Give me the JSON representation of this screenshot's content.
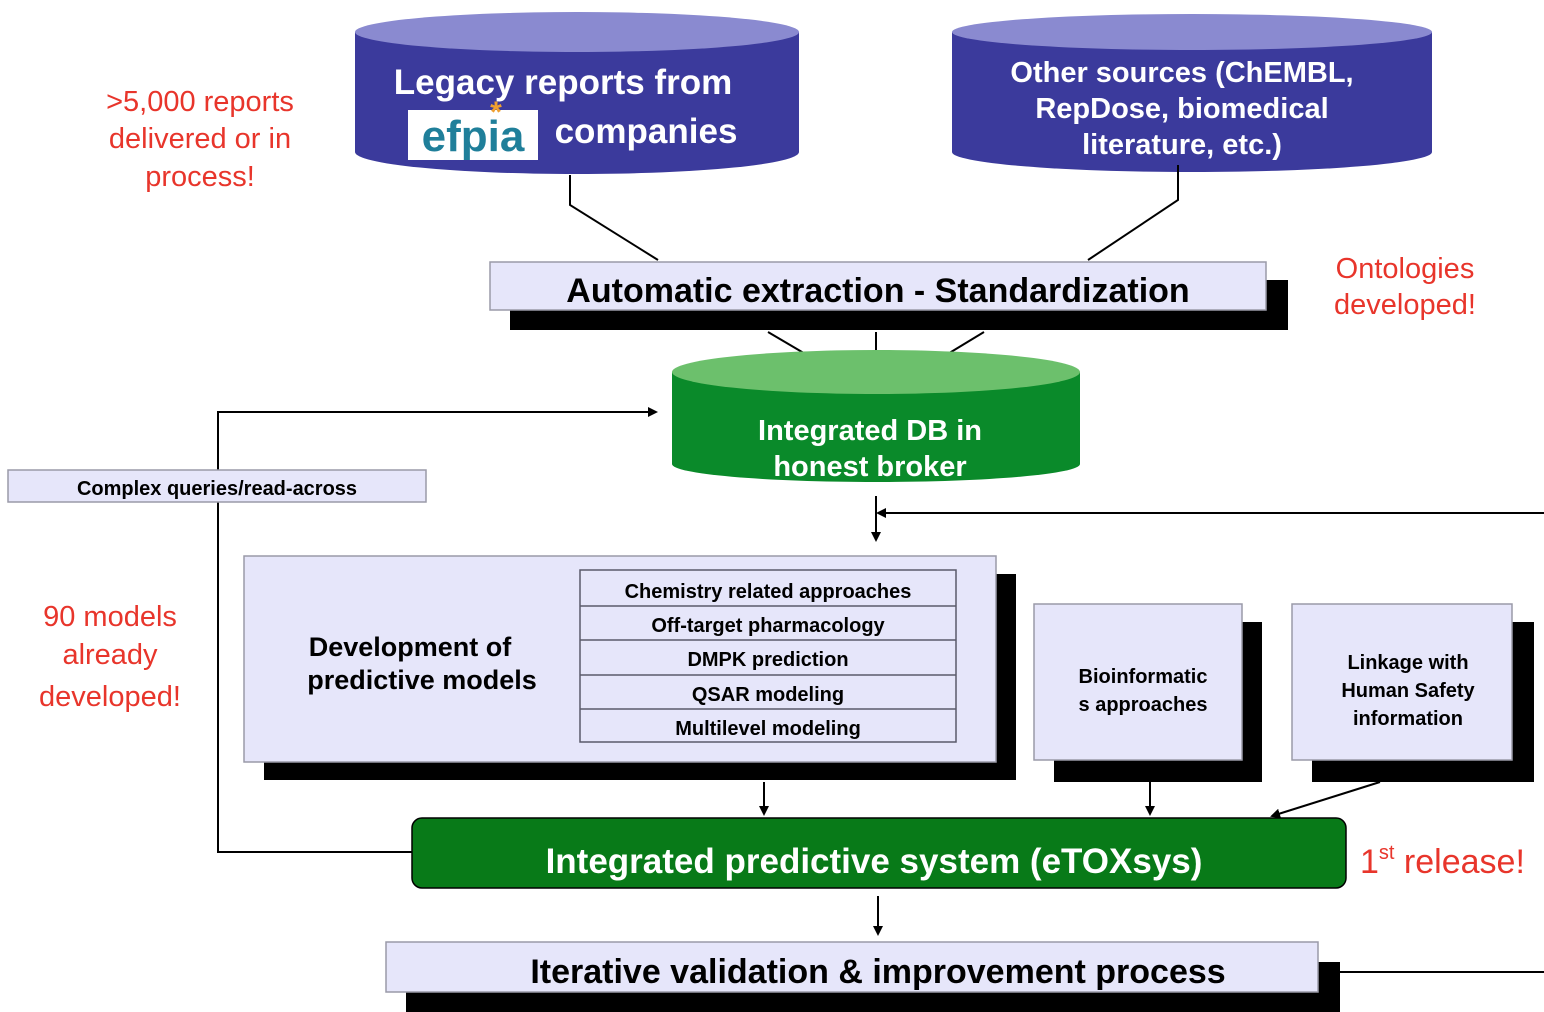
{
  "colors": {
    "db_blue": "#3b3a9c",
    "db_blue_top": "#8a8ad0",
    "db_green": "#0a8a2a",
    "db_green_top": "#6cc06c",
    "system_green": "#087a18",
    "box_fill": "#e6e6fa",
    "annotation_red": "#e8352b"
  },
  "sources": {
    "legacy": {
      "line1": "Legacy reports from",
      "logo": "efpia",
      "line2": "companies"
    },
    "other": {
      "line1": "Other sources (ChEMBL,",
      "line2": "RepDose, biomedical",
      "line3": "literature, etc.)"
    }
  },
  "annotations": {
    "reports": [
      ">5,000 reports",
      "delivered or in",
      "process!"
    ],
    "ontologies": [
      "Ontologies",
      "developed!"
    ],
    "models": [
      "90 models",
      "already",
      "developed!"
    ],
    "release_sup": "st",
    "release_num": "1",
    "release_text": " release!"
  },
  "extraction": {
    "label": "Automatic extraction - Standardization"
  },
  "integrated_db": {
    "line1": "Integrated DB in",
    "line2": "honest broker"
  },
  "complex_queries": {
    "label": "Complex queries/read-across"
  },
  "predictive_models": {
    "title_line1": "Development of",
    "title_line2": "predictive models",
    "approaches": [
      "Chemistry related  approaches",
      "Off-target pharmacology",
      "DMPK prediction",
      "QSAR modeling",
      "Multilevel modeling"
    ]
  },
  "bioinformatics": {
    "line1": "Bioinformatic",
    "line2": "s  approaches"
  },
  "linkage": {
    "line1": "Linkage with",
    "line2": "Human Safety",
    "line3": "information"
  },
  "etoxsys": {
    "label": "Integrated predictive system (eTOXsys)"
  },
  "validation": {
    "label": "Iterative validation & improvement process"
  }
}
